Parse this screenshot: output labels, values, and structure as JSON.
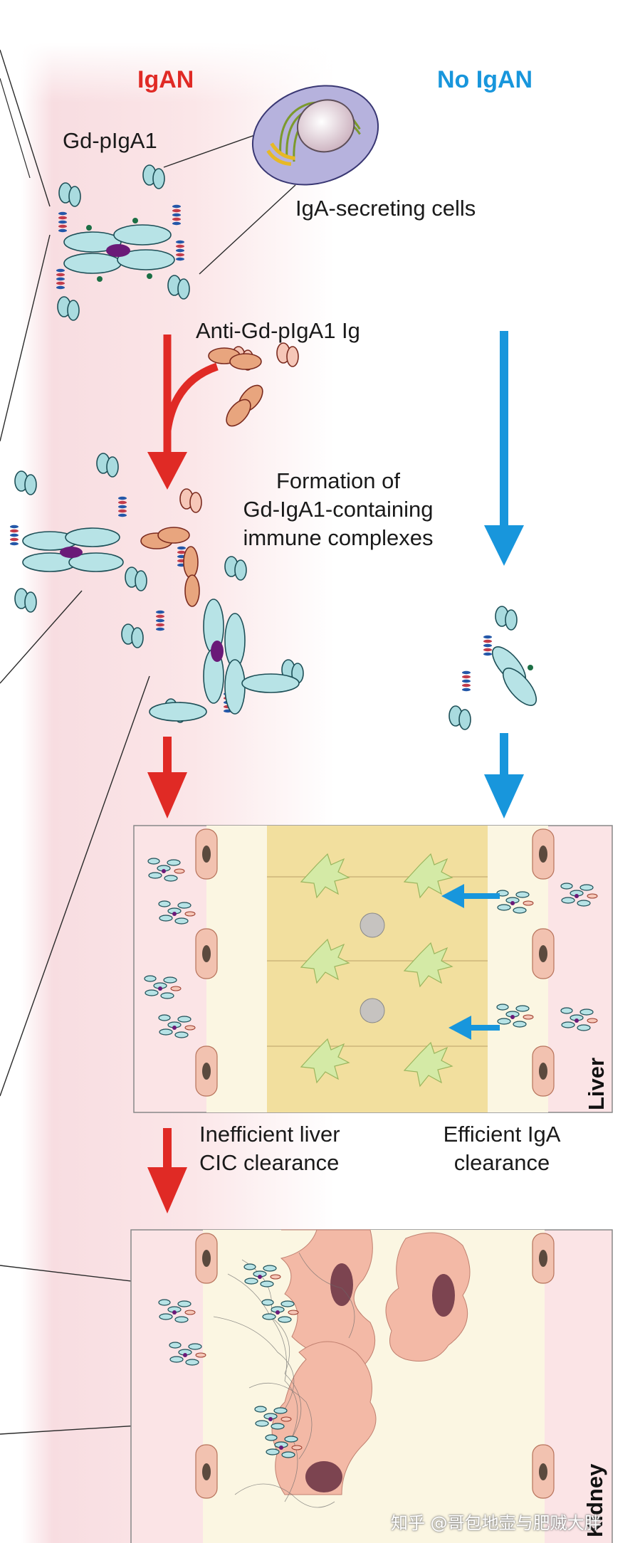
{
  "headers": {
    "igan": "IgAN",
    "no_igan": "No IgAN"
  },
  "labels": {
    "gd_piga1": "Gd-pIgA1",
    "iga_secreting_cells": "IgA-secreting cells",
    "anti_gd_piga1_ig": "Anti-Gd-pIgA1 Ig",
    "formation_line1": "Formation of",
    "formation_line2": "Gd-IgA1-containing",
    "formation_line3": "immune complexes",
    "inefficient_line1": "Inefficient liver",
    "inefficient_line2": "CIC clearance",
    "efficient_line1": "Efficient IgA",
    "efficient_line2": "clearance"
  },
  "organs": {
    "liver": "Liver",
    "kidney": "Kidney"
  },
  "watermark": "知乎 @哥包地壶与肥贼大胖",
  "colors": {
    "igan_red": "#e02a25",
    "no_igan_blue": "#1896dc",
    "pink_band": "#f9dde0",
    "hepatocyte_yellow": "#f2df9e",
    "kupffer_green": "#d4eaa6"
  }
}
